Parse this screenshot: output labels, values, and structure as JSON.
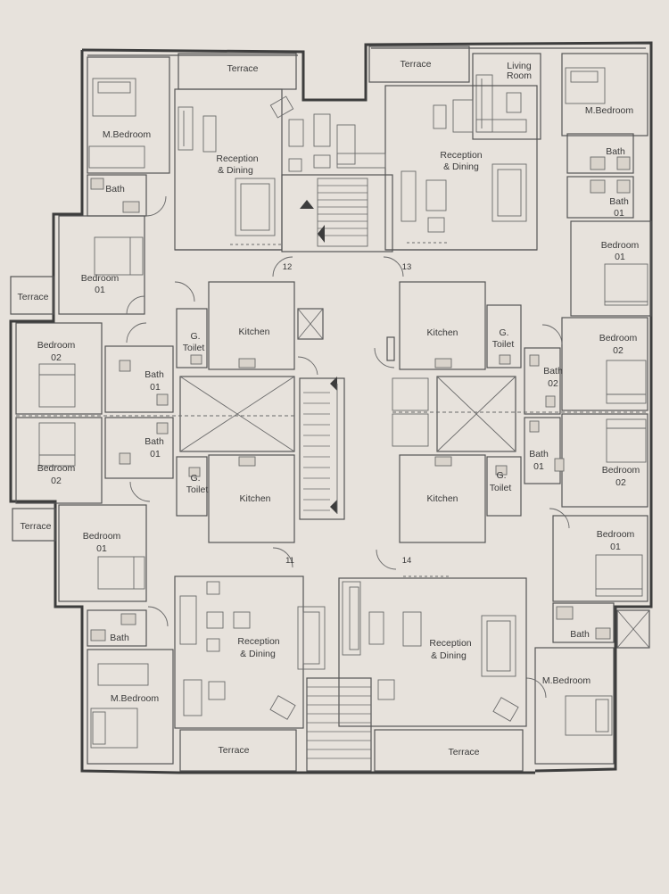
{
  "rooms": {
    "terrace_nw": "Terrace",
    "terrace_ne": "Terrace",
    "living_room_1": "Living",
    "living_room_2": "Room",
    "mbed_nw": "M.Bedroom",
    "mbed_ne": "M.Bedroom",
    "reception_nw_1": "Reception",
    "reception_nw_2": "& Dining",
    "reception_ne_1": "Reception",
    "reception_ne_2": "& Dining",
    "bath_nw": "Bath",
    "bath_ne_a": "Bath",
    "bath_ne_b1": "Bath",
    "bath_ne_b2": "01",
    "bed01_nw_1": "Bedroom",
    "bed01_nw_2": "01",
    "bed01_ne_1": "Bedroom",
    "bed01_ne_2": "01",
    "terrace_w1": "Terrace",
    "terrace_w2": "Terrace",
    "kitchen_1": "Kitchen",
    "kitchen_2": "Kitchen",
    "kitchen_3": "Kitchen",
    "kitchen_4": "Kitchen",
    "gtoilet_1a": "G.",
    "gtoilet_1b": "Toilet",
    "gtoilet_2a": "G.",
    "gtoilet_2b": "Toilet",
    "gtoilet_3a": "G.",
    "gtoilet_3b": "Toilet",
    "gtoilet_4a": "G.",
    "gtoilet_4b": "Toilet",
    "bed02_w1_1": "Bedroom",
    "bed02_w1_2": "02",
    "bed02_w2_1": "Bedroom",
    "bed02_w2_2": "02",
    "bed02_e1_1": "Bedroom",
    "bed02_e1_2": "02",
    "bed02_e2_1": "Bedroom",
    "bed02_e2_2": "02",
    "bath01_w1_1": "Bath",
    "bath01_w1_2": "01",
    "bath01_w2_1": "Bath",
    "bath01_w2_2": "01",
    "bath02_e_1": "Bath",
    "bath02_e_2": "02",
    "bath01_e_1": "Bath",
    "bath01_e_2": "01",
    "bed01_sw_1": "Bedroom",
    "bed01_sw_2": "01",
    "bed01_se_1": "Bedroom",
    "bed01_se_2": "01",
    "bath_sw": "Bath",
    "bath_se": "Bath",
    "mbed_sw": "M.Bedroom",
    "mbed_se": "M.Bedroom",
    "reception_sw_1": "Reception",
    "reception_sw_2": "& Dining",
    "reception_se_1": "Reception",
    "reception_se_2": "& Dining",
    "terrace_sw": "Terrace",
    "terrace_se": "Terrace"
  },
  "apartment_numbers": {
    "a12": "12",
    "a13": "13",
    "a11": "11",
    "a14": "14"
  }
}
